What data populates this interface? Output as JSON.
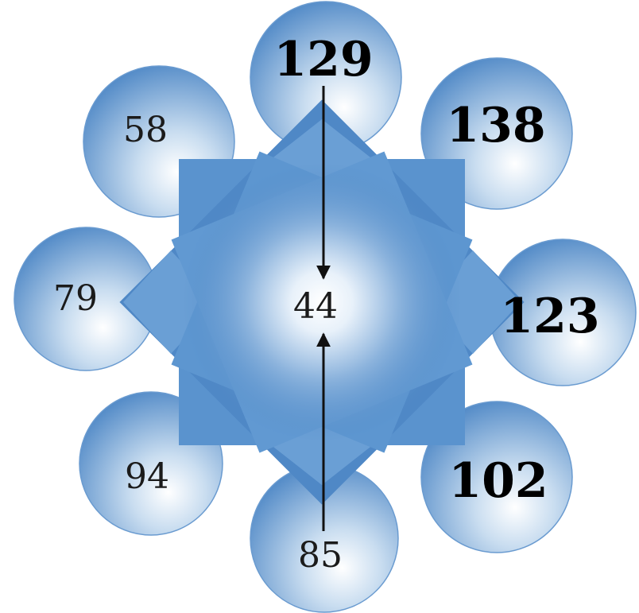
{
  "center": {
    "value": "44"
  },
  "petals": [
    {
      "id": "top",
      "value": "129",
      "style": "bold"
    },
    {
      "id": "top-right",
      "value": "138",
      "style": "bold"
    },
    {
      "id": "right",
      "value": "123",
      "style": "bold"
    },
    {
      "id": "bottom-right",
      "value": "102",
      "style": "bold"
    },
    {
      "id": "bottom",
      "value": "85",
      "style": "regular"
    },
    {
      "id": "bottom-left",
      "value": "94",
      "style": "regular"
    },
    {
      "id": "left",
      "value": "79",
      "style": "regular"
    },
    {
      "id": "top-left",
      "value": "58",
      "style": "regular"
    }
  ],
  "arrows": [
    {
      "from": "top",
      "to": "center"
    },
    {
      "from": "bottom",
      "to": "center"
    }
  ],
  "colors": {
    "petal_blue": "#5b95cf",
    "star_blue": "#4f88c6",
    "glow": "#ffffff",
    "arrow": "#111111"
  }
}
